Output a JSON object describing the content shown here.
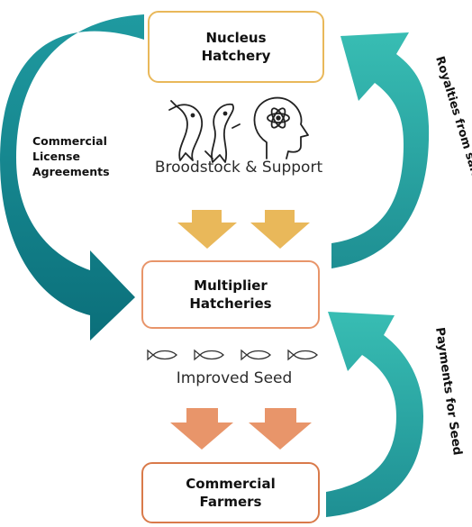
{
  "boxes": {
    "nucleus": "Nucleus\nHatchery",
    "multiplier": "Multiplier\nHatcheries",
    "farmers": "Commercial\nFarmers"
  },
  "captions": {
    "broodstock": "Broodstock & Support",
    "seed": "Improved Seed"
  },
  "flow_labels": {
    "license": "Commercial\nLicense\nAgreements",
    "royalties": "Royalties from sales of seed",
    "payments": "Payments for Seed"
  },
  "icons": [
    "fish-pair-icon",
    "brain-science-icon",
    "small-fish-icon"
  ],
  "colors": {
    "teal_dark": "#0E7C86",
    "teal_light": "#2BB3AC",
    "gold": "#E9B85A",
    "orange": "#E8956A",
    "orange_dark": "#D97A4A"
  }
}
